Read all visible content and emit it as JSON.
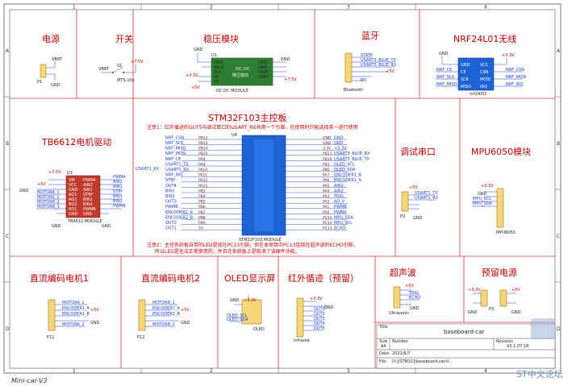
{
  "sections": {
    "power": "电源",
    "switch": "开关",
    "regulator": "稳压模块",
    "bluetooth": "蓝牙",
    "nrf": "NRF24L01无线",
    "driver": "TB6612电机驱动",
    "mcu": "STM32F103主控板",
    "debug": "调试串口",
    "mpu": "MPU6050模块",
    "motor1": "直流编码电机1",
    "motor2": "直流编码电机2",
    "oled": "OLED显示屏",
    "ir": "红外循迹（预留）",
    "ultra": "超声波",
    "reserve": "预留电源"
  },
  "grid": {
    "cols": [
      "1",
      "2",
      "3",
      "4"
    ],
    "rows": [
      "A",
      "B",
      "C",
      "D"
    ]
  },
  "notes": {
    "note1": "注意1：红外循迹的OUT5与调试串口的USART_RX共用一个引脚，在使用时只能选择其一进行使用",
    "note2a": "注意2：主控系统板自带的LED是接在PC13引脚，但在本项目中PC13连接在超声波的ECHO引脚，",
    "note2b": "所以LED是无法正常使用的，并且在系统板上是取消了该硬件功能。"
  },
  "parts": {
    "p1": "P1",
    "s1": "S1",
    "mts": "MTS-10x",
    "u1": "U1",
    "dcdc_module": "DC-DC MODULE",
    "dcdc_name": "DC-DC",
    "dcdc_sub": "降压模块",
    "bluetooth_part": "Bluetooth",
    "nrf_part": "nrf24l01",
    "u3": "U3",
    "tb6612_module": "TB6612 MODULE",
    "u4": "U4",
    "stm32_module": "STM32F103 MODULE",
    "mpu_part": "MPU6050",
    "oled_part": "OLED",
    "ir_part": "Infrared",
    "ultra_part": "Ultrasonic",
    "p2": "P2",
    "p3": "P3",
    "p11": "P11",
    "p12": "P12"
  },
  "nets": {
    "gnd": "GND",
    "vbat": "VBAT",
    "v5": "+5V",
    "v33": "+3.3V",
    "v7": "+7.5V",
    "state": "STATE",
    "bt_tx": "USART3_BLUE_TX",
    "bt_rx": "USART3_BLUE_RX",
    "en": "EN",
    "usart1_tx": "USART1_TX",
    "usart1_rx": "USART1_RX",
    "mpu_scl": "MPU_SCL",
    "mpu_sda": "MPU_SDA",
    "oled_scl": "OLED_SCL",
    "oled_sda": "OLED_SDA",
    "motora1": "MOTORA_1",
    "motora2": "MOTORA_2",
    "motorb1": "MOTORB_1",
    "motorb2": "MOTORB_2",
    "enc1a": "ENCODER1_A",
    "enc1b": "ENCODER1_B",
    "enc2a": "ENCODER2_A",
    "enc2b": "ENCODER2_B",
    "trig": "TRIG",
    "echo": "ECHO",
    "out1": "OUT1",
    "out2": "OUT2",
    "out3": "OUT3",
    "out4": "OUT4",
    "out5": "OUT5"
  },
  "dcdc_pins_left": [
    "GND",
    "AD-V",
    "IN+",
    "5V",
    "5V"
  ],
  "dcdc_pins_right": [
    "GND",
    "GND",
    "VBAT",
    "VBAT"
  ],
  "nrf_pins_left": [
    "GND",
    "CE",
    "SCK",
    "MISO"
  ],
  "nrf_pins_right": [
    "VCC",
    "CSN",
    "MOSI",
    "IRQ"
  ],
  "nrf_nets_left": [
    "NRF_CE",
    "NRF_SCK",
    "NRF_MISO"
  ],
  "nrf_nets_right": [
    "NRF_CSN",
    "NRF_MOSI",
    "NRF_IRQ"
  ],
  "tb_pins_left": [
    "VM",
    "VCC",
    "GND",
    "AO1",
    "AO2",
    "BO2",
    "BO1",
    "GND"
  ],
  "tb_pins_right": [
    "PWMA",
    "AIN2",
    "AIN1",
    "STBY",
    "BIN1",
    "BIN2",
    "PWMB",
    "GND"
  ],
  "tb_nets_right": [
    "PWMA",
    "AIN2",
    "AIN1",
    "STBY",
    "BIN1",
    "BIN2",
    "PWMB"
  ],
  "tb_nets_left": [
    "MOTORA_1",
    "MOTORA_2",
    "MOTORB_2",
    "MOTORB_1"
  ],
  "mcu_left_nets": [
    "NRF_CSN",
    "NRF_SCK",
    "NRF_MISO",
    "NRF_MOSI",
    "NRF_CE",
    "USART1_TX",
    "USART1_RX",
    "NRF_IRQ",
    "STBY",
    "OUT4",
    "BIN1",
    "BIN2",
    "OUT3",
    "PWMB",
    "ENCODER2_A",
    "ENCODER2_B",
    "OUT2",
    "OUT1"
  ],
  "mcu_left_pins": [
    "PB12",
    "PB13",
    "PB14",
    "PB15",
    "PA8",
    "PA9",
    "PA10",
    "PA11",
    "PA12",
    "PA15",
    "PB3",
    "PB4",
    "PB5",
    "PB6",
    "PB7",
    "PB8",
    "PB9",
    "5V"
  ],
  "mcu_right_nets": [
    "GND",
    "GND",
    "+3.3V",
    "USART3_BLUE_RX",
    "USART3_BLUE_TX",
    "OLED_SCL",
    "OLED_SDA",
    "ENCODER1_B",
    "ENCODER1_A",
    "AIN1",
    "AIN2",
    "TRIG",
    "AD_V",
    "PWMB",
    "PWMA",
    "MPU_SDA",
    "MPU_SCL",
    "ECHO"
  ],
  "mcu_right_pins": [
    "GND",
    "GND",
    "3.3V",
    "PB11",
    "PB10",
    "PB1",
    "PB0",
    "PA7",
    "PA6",
    "PA5",
    "PA4",
    "PA3",
    "PA2",
    "PA1",
    "PA0",
    "PC15",
    "PC14",
    "PC13"
  ],
  "motor_pins": [
    "MOTORA_1",
    "ENCODER1_A",
    "ENCODER1_B",
    "MOTORA_2"
  ],
  "motor2_pins": [
    "MOTORB_1",
    "ENCODER2_A",
    "ENCODER2_B",
    "MOTORB_2"
  ],
  "title_block": {
    "title_label": "Title",
    "title": "baseboard-car",
    "size_label": "Size",
    "size": "A4",
    "number_label": "Number",
    "revision_label": "Revision",
    "revision": "V2.1.07.18",
    "date_label": "Date:",
    "date": "2021/6/7",
    "file_label": "File:",
    "file": "D:\\[STM32]\\baseboard-car-V..."
  },
  "watermark": "ST中文论坛",
  "bottom_note": "Mini-car-V3"
}
